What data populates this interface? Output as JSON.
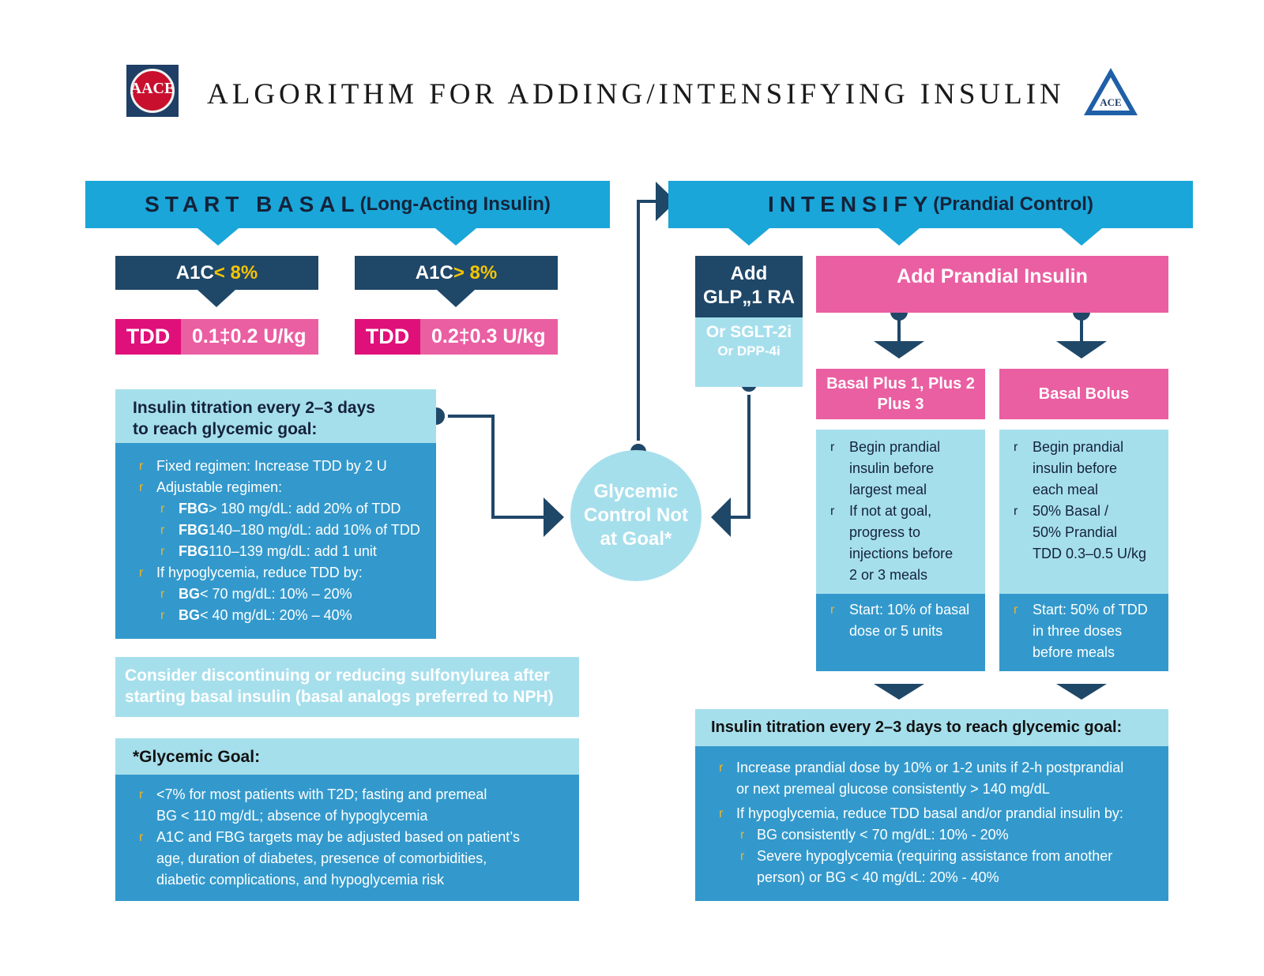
{
  "header": {
    "title": "ALGORITHM FOR ADDING/INTENSIFYING INSULIN",
    "logo_left_text": "AACE",
    "logo_right_text": "ACE"
  },
  "start_basal": {
    "title_big": "START BASAL",
    "title_small": "(Long-Acting Insulin)",
    "a1c_low": {
      "prefix": "A1C",
      "value": "< 8%",
      "tdd_label": "TDD",
      "tdd_value": "0.1‡0.2 U/kg"
    },
    "a1c_high": {
      "prefix": "A1C",
      "value": "> 8%",
      "tdd_label": "TDD",
      "tdd_value": "0.2‡0.3 U/kg"
    },
    "titration": {
      "heading_line1": "Insulin titration every 2–3 days",
      "heading_line2": "to reach glycemic goal:",
      "bullet": "r",
      "items": {
        "fixed": "Fixed regimen: Increase TDD by 2 U",
        "adjustable": "Adjustable regimen:",
        "fbg1_b": "FBG",
        "fbg1_t": "> 180 mg/dL: add 20% of TDD",
        "fbg2_b": "FBG",
        "fbg2_t": "140–180 mg/dL: add 10% of TDD",
        "fbg3_b": "FBG",
        "fbg3_t": "110–139 mg/dL: add 1 unit",
        "hypo": "If hypoglycemia, reduce TDD by:",
        "bg1_b": "BG",
        "bg1_t": "< 70 mg/dL: 10% – 20%",
        "bg2_b": "BG",
        "bg2_t": "< 40 mg/dL: 20% – 40%"
      }
    },
    "sulfonylurea": {
      "line1": "Consider discontinuing or reducing sulfonylurea after",
      "line2": "starting basal insulin (basal analogs preferred to NPH)"
    },
    "goal": {
      "heading": "*Glycemic Goal:",
      "item1_line1": "<7% for most patients with T2D; fasting and premeal",
      "item1_line2": "BG < 110 mg/dL; absence of hypoglycemia",
      "item2_line1": "A1C and FBG targets may be adjusted based on patient’s",
      "item2_line2": "age, duration of diabetes, presence of comorbidities,",
      "item2_line3": "diabetic complications, and hypoglycemia risk"
    }
  },
  "center": {
    "line1": "Glycemic",
    "line2": "Control Not",
    "line3": "at Goal*"
  },
  "intensify": {
    "title_big": "INTENSIFY",
    "title_small": "(Prandial Control)",
    "add_glp": {
      "line1": "Add",
      "line2": "GLP„1 RA",
      "line3": "Or SGLT-2i",
      "line4": "Or DPP-4i"
    },
    "add_prandial": "Add Prandial Insulin",
    "basal_plus": {
      "title_line1": "Basal Plus 1, Plus 2",
      "title_line2": "Plus 3",
      "i1": "Begin prandial",
      "i2": "insulin before",
      "i3": "largest meal",
      "i4": "If not at goal,",
      "i5": "progress to",
      "i6": "injections before",
      "i7": "2 or 3 meals",
      "s1": "Start: 10% of basal",
      "s2": "dose or 5 units"
    },
    "basal_bolus": {
      "title": "Basal Bolus",
      "i1": "Begin prandial",
      "i2": "insulin before",
      "i3": "each meal",
      "i4": "50% Basal /",
      "i5": "50% Prandial",
      "i6": "TDD 0.3–0.5 U/kg",
      "s1": "Start: 50% of TDD",
      "s2": "in three doses",
      "s3": "before meals"
    },
    "titration": {
      "heading": "Insulin titration every 2–3 days to reach glycemic goal:",
      "item1_line1": "Increase prandial dose by 10% or 1-2 units if 2-h postprandial",
      "item1_line2": "or next premeal glucose consistently > 140 mg/dL",
      "item2": "If hypoglycemia, reduce TDD basal and/or prandial insulin by:",
      "sub1": "BG consistently <  70 mg/dL: 10% - 20%",
      "sub2_line1": "Severe hypoglycemia (requiring assistance from another",
      "sub2_line2": "person) or BG < 40 mg/dL: 20% - 40%"
    }
  },
  "colors": {
    "banner": "#1aa6d9",
    "navy": "#1f4768",
    "pink": "#ea5fa2",
    "magenta": "#e0107a",
    "light_blue": "#a6dfec",
    "mid_blue": "#3399cc",
    "yellow": "#f5c400",
    "bullet": "#f3b325"
  }
}
